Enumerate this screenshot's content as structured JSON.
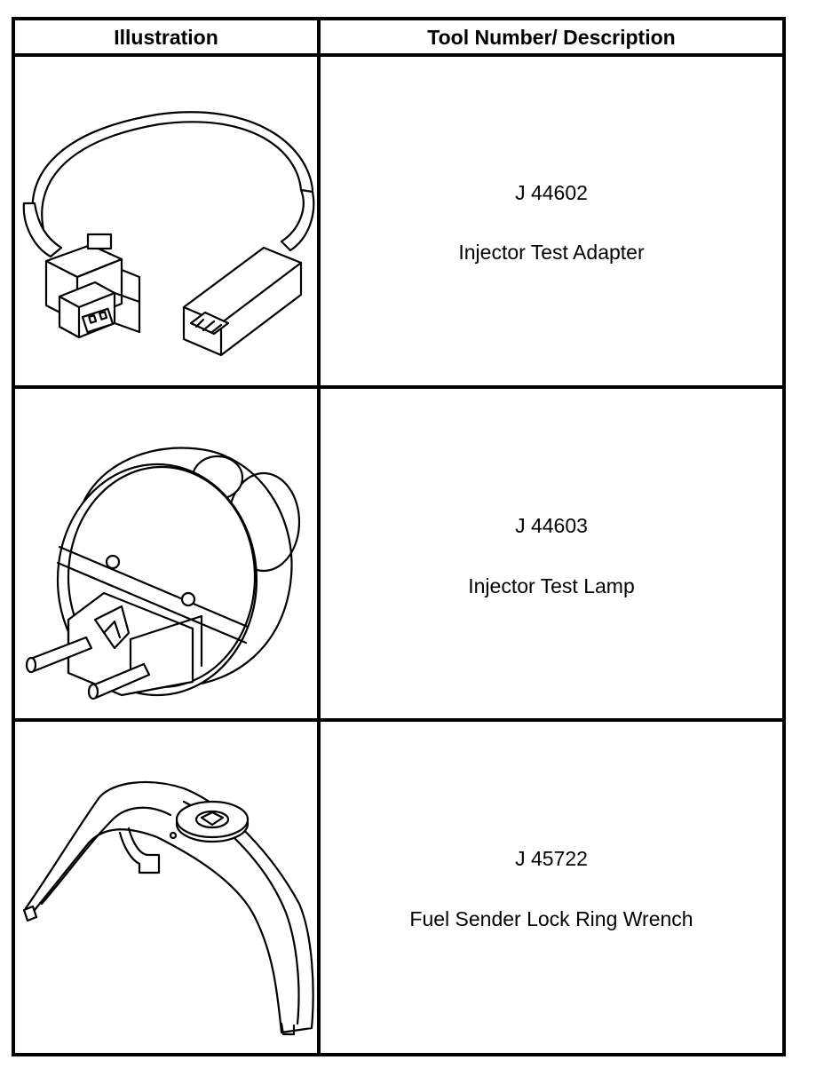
{
  "table": {
    "headers": {
      "illustration": "Illustration",
      "description": "Tool Number/ Description"
    },
    "rows": [
      {
        "tool_number": "J 44602",
        "name": "Injector Test Adapter",
        "illustration_icon": "injector-test-adapter-icon"
      },
      {
        "tool_number": "J 44603",
        "name": "Injector Test Lamp",
        "illustration_icon": "injector-test-lamp-icon"
      },
      {
        "tool_number": "J 45722",
        "name": "Fuel Sender Lock Ring Wrench",
        "illustration_icon": "lock-ring-wrench-icon"
      }
    ]
  }
}
